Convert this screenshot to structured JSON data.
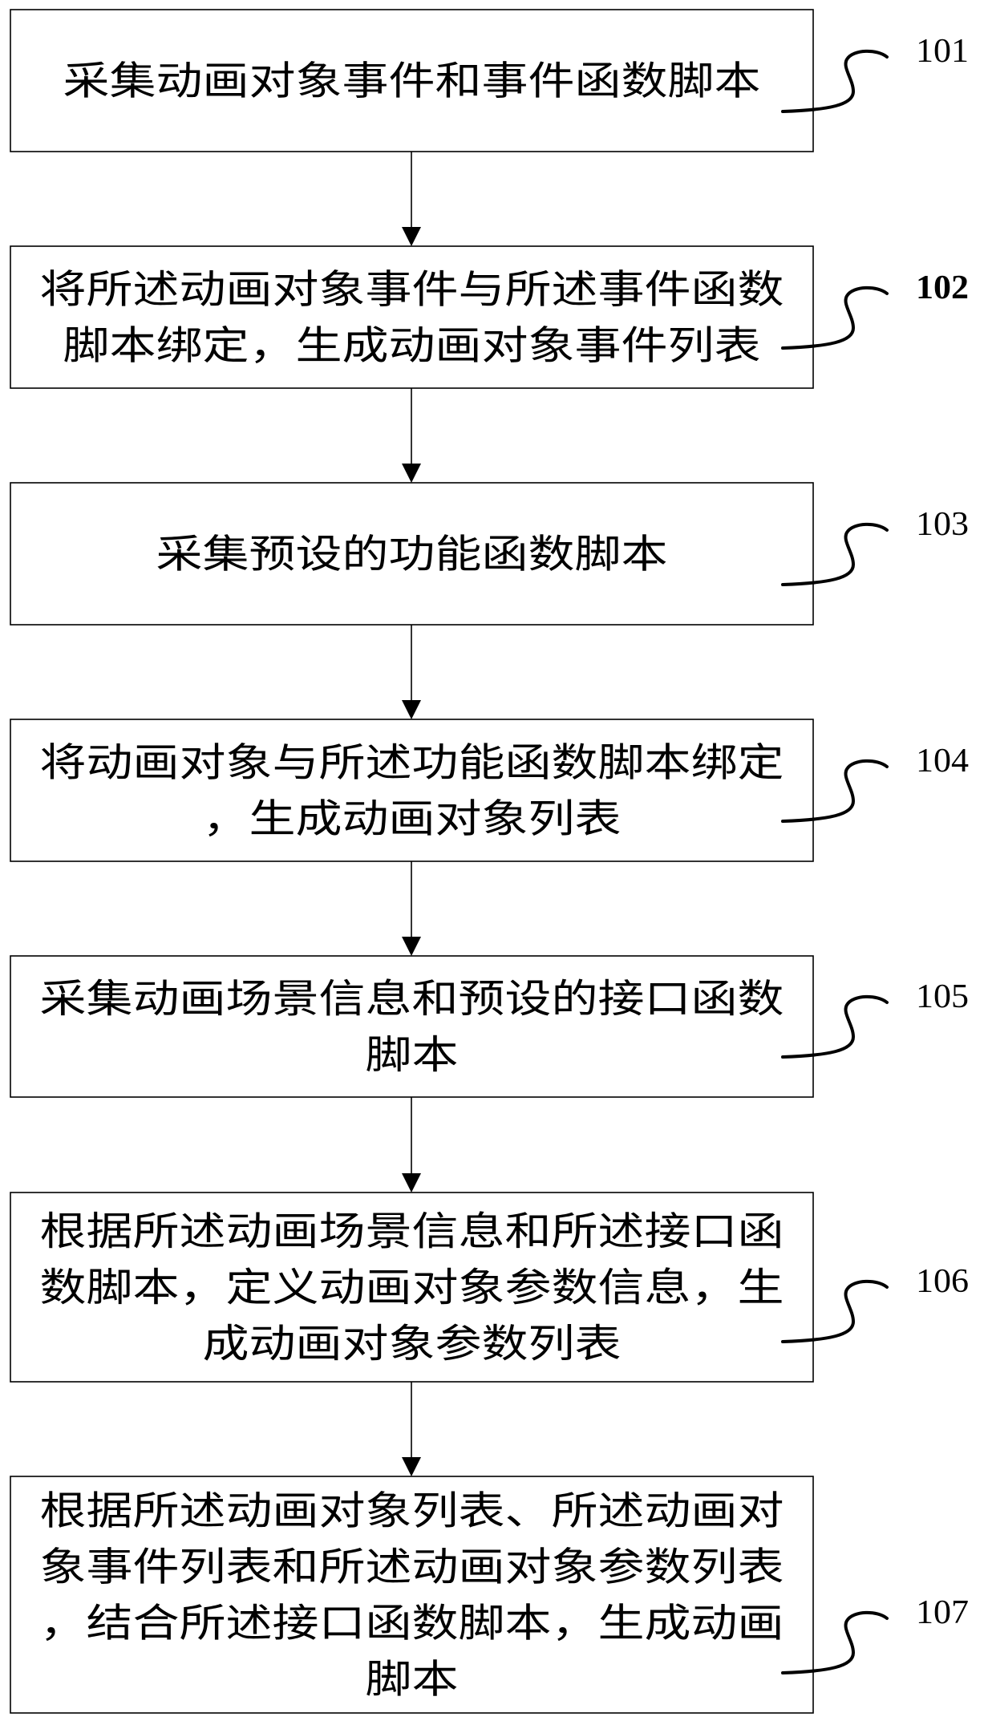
{
  "title": "动画脚本生成方法流程图",
  "steps": [
    {
      "id": "101",
      "label": "101",
      "bold": false,
      "lines": [
        "采集动画对象事件和事件函数脚本"
      ]
    },
    {
      "id": "102",
      "label": "102",
      "bold": true,
      "lines": [
        "将所述动画对象事件与所述事件函数",
        "脚本绑定，生成动画对象事件列表"
      ]
    },
    {
      "id": "103",
      "label": "103",
      "bold": false,
      "lines": [
        "采集预设的功能函数脚本"
      ]
    },
    {
      "id": "104",
      "label": "104",
      "bold": false,
      "lines": [
        "将动画对象与所述功能函数脚本绑定",
        "，生成动画对象列表"
      ]
    },
    {
      "id": "105",
      "label": "105",
      "bold": false,
      "lines": [
        "采集动画场景信息和预设的接口函数",
        "脚本"
      ]
    },
    {
      "id": "106",
      "label": "106",
      "bold": false,
      "lines": [
        "根据所述动画场景信息和所述接口函",
        "数脚本，定义动画对象参数信息，生",
        "成动画对象参数列表"
      ]
    },
    {
      "id": "107",
      "label": "107",
      "bold": false,
      "lines": [
        "根据所述动画对象列表、所述动画对",
        "象事件列表和所述动画对象参数列表",
        "，结合所述接口函数脚本，生成动画",
        "脚本"
      ]
    }
  ],
  "connections": [
    {
      "from": "101",
      "to": "102"
    },
    {
      "from": "102",
      "to": "103"
    },
    {
      "from": "103",
      "to": "104"
    },
    {
      "from": "104",
      "to": "105"
    },
    {
      "from": "105",
      "to": "106"
    },
    {
      "from": "106",
      "to": "107"
    }
  ]
}
